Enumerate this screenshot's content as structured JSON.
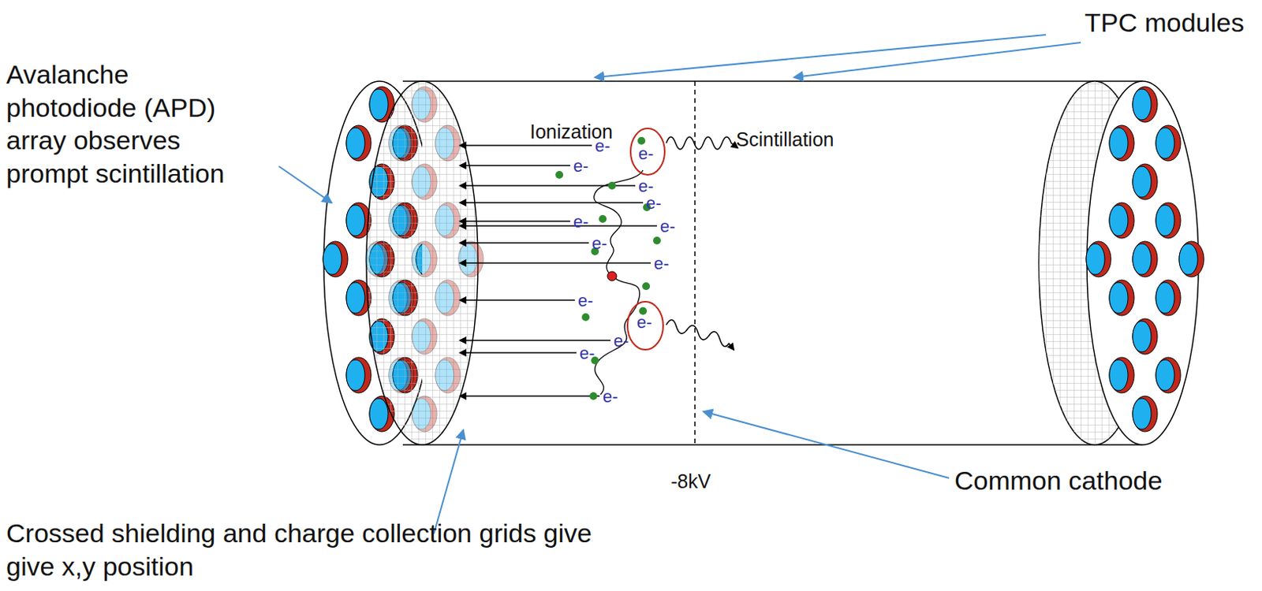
{
  "diagram": {
    "nodes": [
      {
        "text": [
          "e-"
        ]
      },
      {
        "text": [
          "e-"
        ]
      }
    ],
    "labels": [
      "Avalanche photodiode (APD) array observes prompt scintillation",
      "TPC modules",
      "Ionization",
      "Scintillation",
      "e-",
      "e-",
      "e-",
      "e-",
      "e-",
      "e-",
      "e-",
      "e-",
      "e-",
      "e-",
      "e-",
      "e-",
      "-8kV",
      "Common cathode",
      "Crossed shielding and charge collection grids give give x,y position"
    ]
  }
}
